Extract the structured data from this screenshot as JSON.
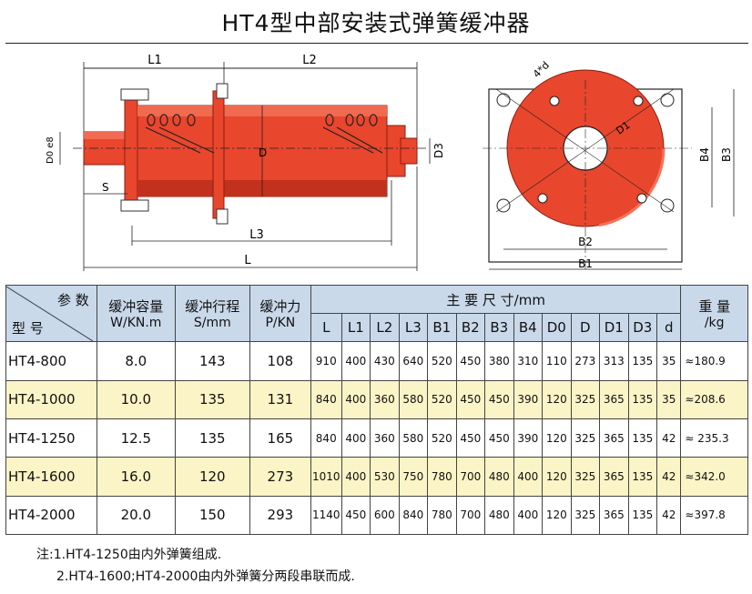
{
  "title": "HT4型中部安装式弹簧缓冲器",
  "labels": {
    "L1": "L1",
    "L2": "L2",
    "L3": "L3",
    "L": "L",
    "S": "S",
    "D": "D",
    "D0_e8": "D0 e8",
    "D3": "D3",
    "hole": "4*d",
    "D1": "D1",
    "B4": "B4",
    "B3": "B3",
    "B2": "B2",
    "B1": "B1"
  },
  "colors": {
    "body": "#e8462d",
    "body_dark": "#c2311d",
    "header_bg": "#c9d9ea",
    "highlight_bg": "#fbf4c6"
  },
  "table": {
    "corner_top": "参 数",
    "corner_bottom": "型 号",
    "cap_label": "缓冲容量",
    "cap_unit": "W/KN.m",
    "stroke_label": "缓冲行程",
    "stroke_unit": "S/mm",
    "force_label": "缓冲力",
    "force_unit": "P/KN",
    "dims_label": "主 要 尺 寸/mm",
    "weight_label": "重 量",
    "weight_unit": "/kg",
    "dim_cols": [
      "L",
      "L1",
      "L2",
      "L3",
      "B1",
      "B2",
      "B3",
      "B4",
      "D0",
      "D",
      "D1",
      "D3",
      "d"
    ],
    "rows": [
      {
        "model": "HT4-800",
        "cap": "8.0",
        "stroke": "143",
        "force": "108",
        "dims": [
          "910",
          "400",
          "430",
          "640",
          "520",
          "450",
          "380",
          "310",
          "110",
          "273",
          "313",
          "135",
          "35"
        ],
        "weight": "≈180.9"
      },
      {
        "model": "HT4-1000",
        "cap": "10.0",
        "stroke": "135",
        "force": "131",
        "dims": [
          "840",
          "400",
          "360",
          "580",
          "520",
          "450",
          "450",
          "390",
          "120",
          "325",
          "365",
          "135",
          "35"
        ],
        "weight": "≈208.6"
      },
      {
        "model": "HT4-1250",
        "cap": "12.5",
        "stroke": "135",
        "force": "165",
        "dims": [
          "840",
          "400",
          "360",
          "580",
          "520",
          "450",
          "450",
          "390",
          "120",
          "325",
          "365",
          "135",
          "42"
        ],
        "weight": "≈ 235.3"
      },
      {
        "model": "HT4-1600",
        "cap": "16.0",
        "stroke": "120",
        "force": "273",
        "dims": [
          "1010",
          "400",
          "530",
          "750",
          "780",
          "700",
          "480",
          "400",
          "120",
          "325",
          "365",
          "135",
          "42"
        ],
        "weight": "≈342.0"
      },
      {
        "model": "HT4-2000",
        "cap": "20.0",
        "stroke": "150",
        "force": "293",
        "dims": [
          "1140",
          "450",
          "600",
          "840",
          "780",
          "700",
          "480",
          "400",
          "120",
          "325",
          "365",
          "135",
          "42"
        ],
        "weight": "≈397.8"
      }
    ]
  },
  "notes": {
    "n1": "注:1.HT4-1250由内外弹簧组成.",
    "n2": "2.HT4-1600;HT4-2000由内外弹簧分两段串联而成."
  }
}
